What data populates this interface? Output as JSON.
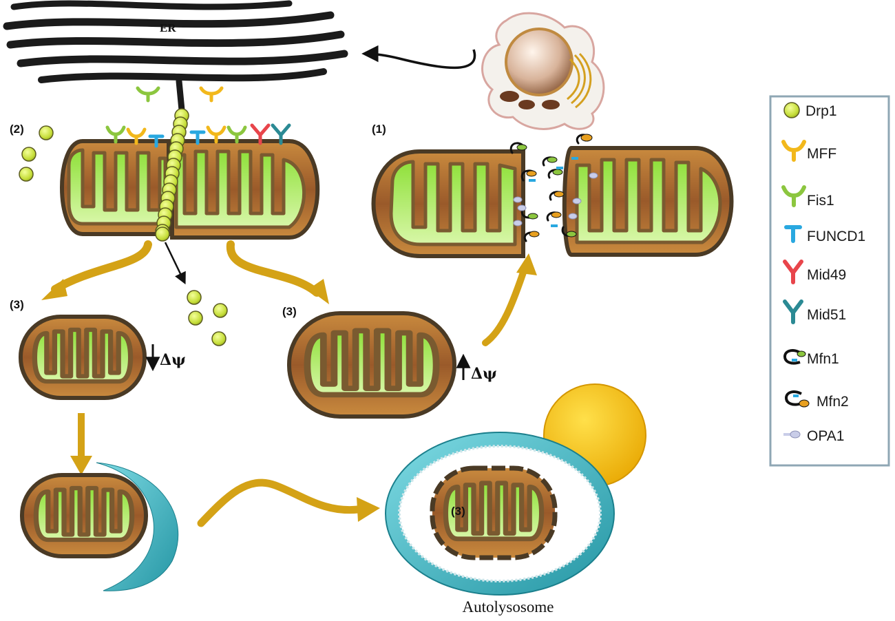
{
  "labels": {
    "er": "ER",
    "step_fission": "(2)",
    "step_fusion": "(1)",
    "step_mitophagy_left": "(3)",
    "step_mitophagy_right": "(3)",
    "step_mitophagy_inner": "(3)",
    "delta_psi_down": "Δψ",
    "delta_psi_up": "Δψ",
    "autolysosome": "Autolysosome"
  },
  "legend": {
    "items": [
      {
        "label": "Drp1",
        "icon": "drp1-sphere-icon",
        "color": "#c8e03a"
      },
      {
        "label": "MFF",
        "icon": "mff-receptor-icon",
        "color": "#f2b81c"
      },
      {
        "label": "Fis1",
        "icon": "fis1-receptor-icon",
        "color": "#8cc63f"
      },
      {
        "label": "FUNCD1",
        "icon": "funcd1-receptor-icon",
        "color": "#29a8e0"
      },
      {
        "label": "Mid49",
        "icon": "mid49-receptor-icon",
        "color": "#e8454b"
      },
      {
        "label": "Mid51",
        "icon": "mid51-receptor-icon",
        "color": "#2b8a94"
      },
      {
        "label": "Mfn1",
        "icon": "mfn1-icon",
        "color": "#8cc63f"
      },
      {
        "label": "Mfn2",
        "icon": "mfn2-icon",
        "color": "#e8a020"
      },
      {
        "label": "OPA1",
        "icon": "opa1-icon",
        "color": "#c9cde8"
      }
    ]
  },
  "colors": {
    "arrow": "#d4a216",
    "mito_outer": "#4a3a25",
    "mito_fill": "#a0672a",
    "cristae": "#7a5a30",
    "matrix": "#b6ec6a",
    "autophagosome": "#3cb8c6",
    "lysosome": "#f5c211"
  }
}
